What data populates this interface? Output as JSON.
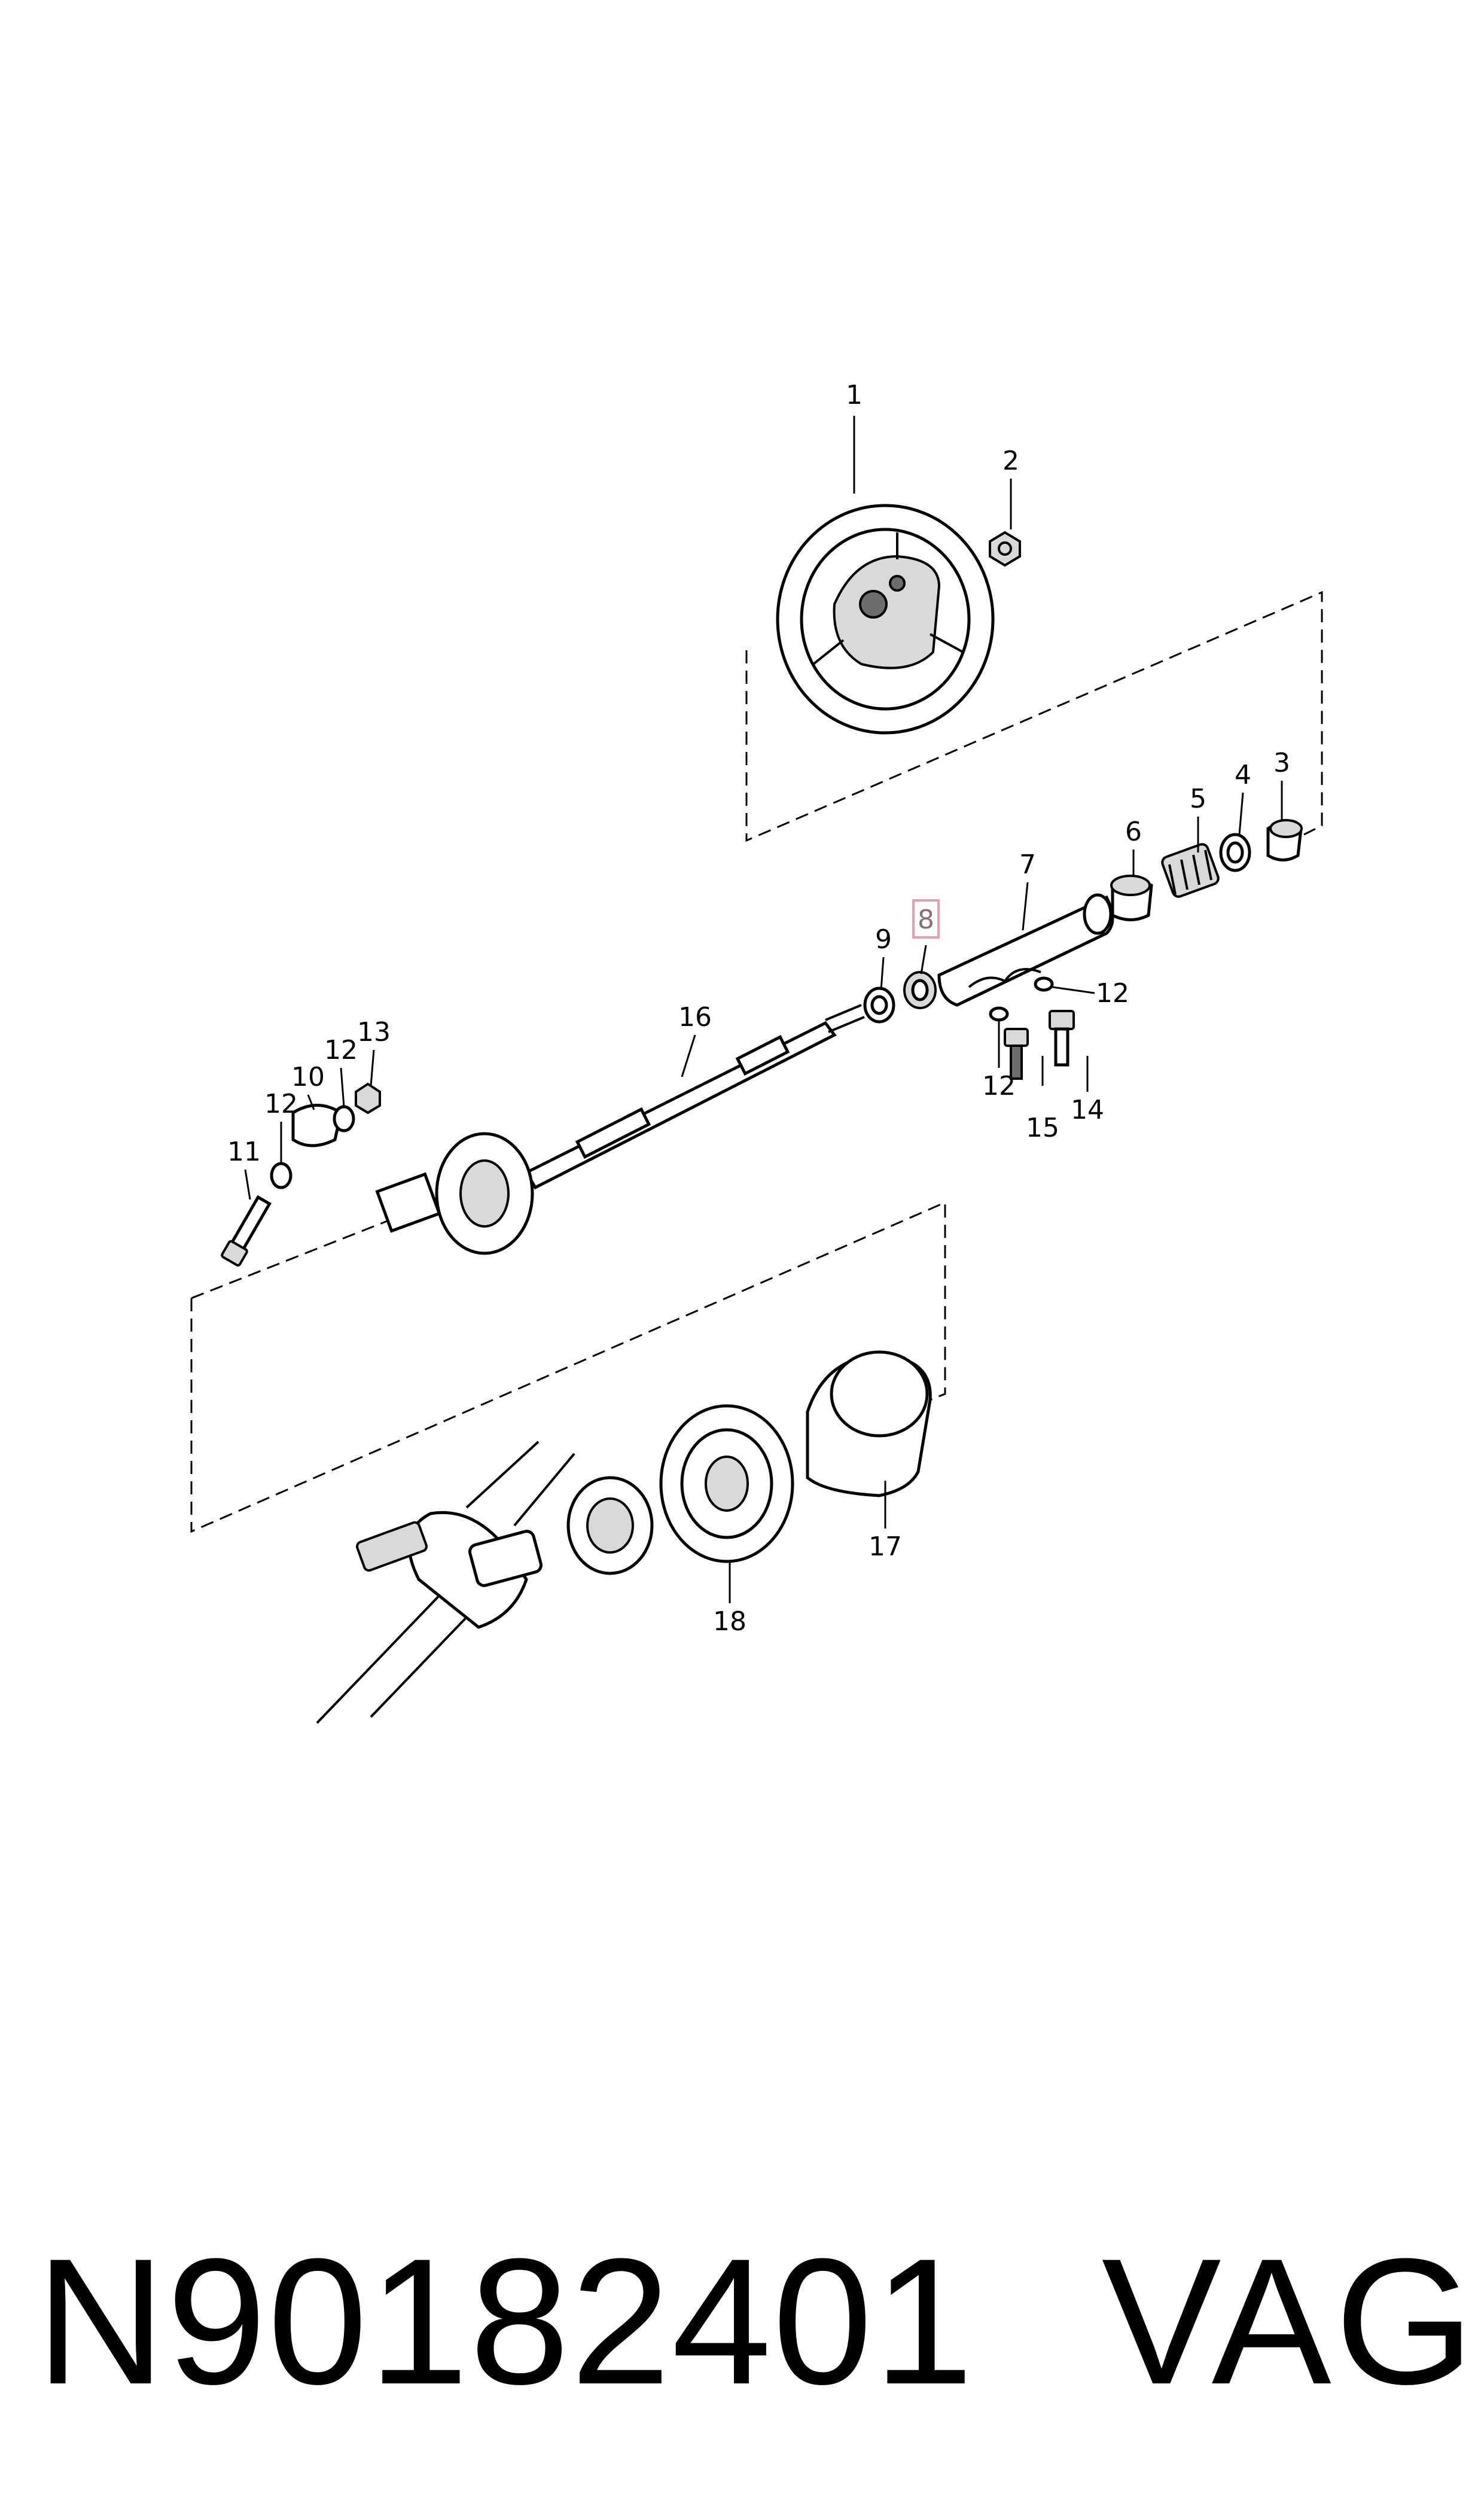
{
  "diagram": {
    "callouts": [
      {
        "id": "1",
        "label": "1"
      },
      {
        "id": "2",
        "label": "2"
      },
      {
        "id": "3",
        "label": "3"
      },
      {
        "id": "4",
        "label": "4"
      },
      {
        "id": "5",
        "label": "5"
      },
      {
        "id": "6",
        "label": "6"
      },
      {
        "id": "7",
        "label": "7"
      },
      {
        "id": "8",
        "label": "8",
        "highlighted": true
      },
      {
        "id": "9",
        "label": "9"
      },
      {
        "id": "10",
        "label": "10"
      },
      {
        "id": "11",
        "label": "11"
      },
      {
        "id": "12a",
        "label": "12"
      },
      {
        "id": "12b",
        "label": "12"
      },
      {
        "id": "12c",
        "label": "12"
      },
      {
        "id": "12d",
        "label": "12"
      },
      {
        "id": "13",
        "label": "13"
      },
      {
        "id": "14",
        "label": "14"
      },
      {
        "id": "15",
        "label": "15"
      },
      {
        "id": "16",
        "label": "16"
      },
      {
        "id": "17",
        "label": "17"
      },
      {
        "id": "18",
        "label": "18"
      }
    ],
    "highlight_color": "#e8a0a8"
  },
  "footer": {
    "part_number": "N90182401",
    "brand": "VAG"
  }
}
